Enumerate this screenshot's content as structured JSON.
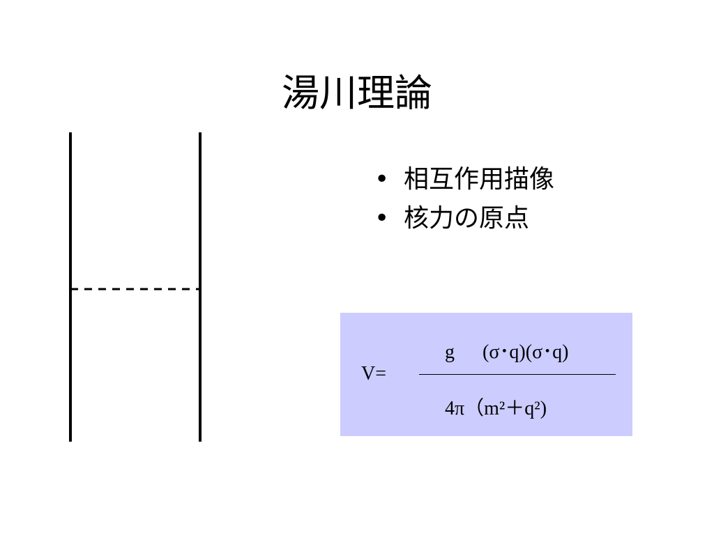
{
  "slide": {
    "title": "湯川理論",
    "bullets": [
      {
        "marker": "•",
        "text": "相互作用描像"
      },
      {
        "marker": "•",
        "text": "核力の原点"
      }
    ],
    "formula": {
      "lhs": "V=",
      "numerator_g": "g",
      "numerator_rest": "(σ･q)(σ･q)",
      "denominator": "4π（m²＋q²)",
      "box_color": "#ccccff"
    }
  }
}
